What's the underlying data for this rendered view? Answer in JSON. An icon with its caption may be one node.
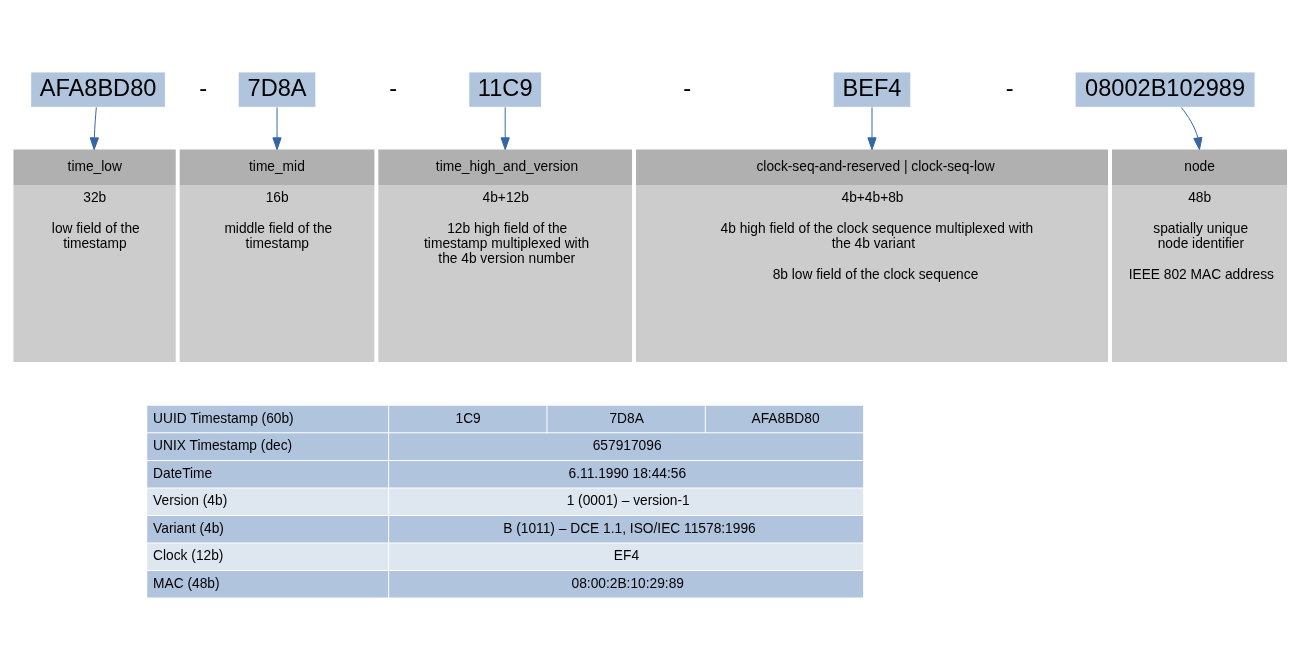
{
  "diagram": {
    "nodes": [
      {
        "text": [
          "AFA8BD80"
        ]
      },
      {
        "text": [
          "7D8A"
        ]
      },
      {
        "text": [
          "11C9"
        ]
      },
      {
        "text": [
          "BEF4"
        ]
      },
      {
        "text": [
          "08002B102989"
        ]
      },
      {
        "text": [
          "time_low",
          "32b",
          "low field of the timestamp"
        ]
      },
      {
        "text": [
          "time_mid",
          "16b",
          "middle field of the timestamp"
        ]
      },
      {
        "text": [
          "time_high_and_version",
          "4b+12b",
          "12b high field of the timestamp multiplexed with the 4b version number"
        ]
      },
      {
        "text": [
          "clock-seq-and-reserved | clock-seq-low",
          "4b+4b+8b",
          "4b high field of the clock sequence multiplexed with the 4b variant",
          "8b low field of the clock sequence"
        ]
      },
      {
        "text": [
          "node",
          "48b",
          "spatially unique node identifier",
          "IEEE 802 MAC address"
        ]
      }
    ],
    "edges": [
      {
        "from": 0,
        "to": 5,
        "arrow": "to"
      },
      {
        "from": 1,
        "to": 6,
        "arrow": "to"
      },
      {
        "from": 2,
        "to": 7,
        "arrow": "to"
      },
      {
        "from": 3,
        "to": 8,
        "arrow": "to"
      },
      {
        "from": 4,
        "to": 9,
        "arrow": "to"
      }
    ],
    "labels": [
      "-",
      "-",
      "-",
      "-",
      "UUID Timestamp (60b)",
      "1C9",
      "7D8A",
      "AFA8BD80",
      "UNIX Timestamp (dec)",
      "657917096",
      "DateTime",
      "6.11.1990 18:44:56",
      "Version (4b)",
      "1 (0001) – version-1",
      "Variant (4b)",
      "B (1011) – DCE 1.1, ISO/IEC 11578:1996",
      "Clock (12b)",
      "EF4",
      "MAC (48b)",
      "08:00:2B:10:29:89"
    ]
  }
}
